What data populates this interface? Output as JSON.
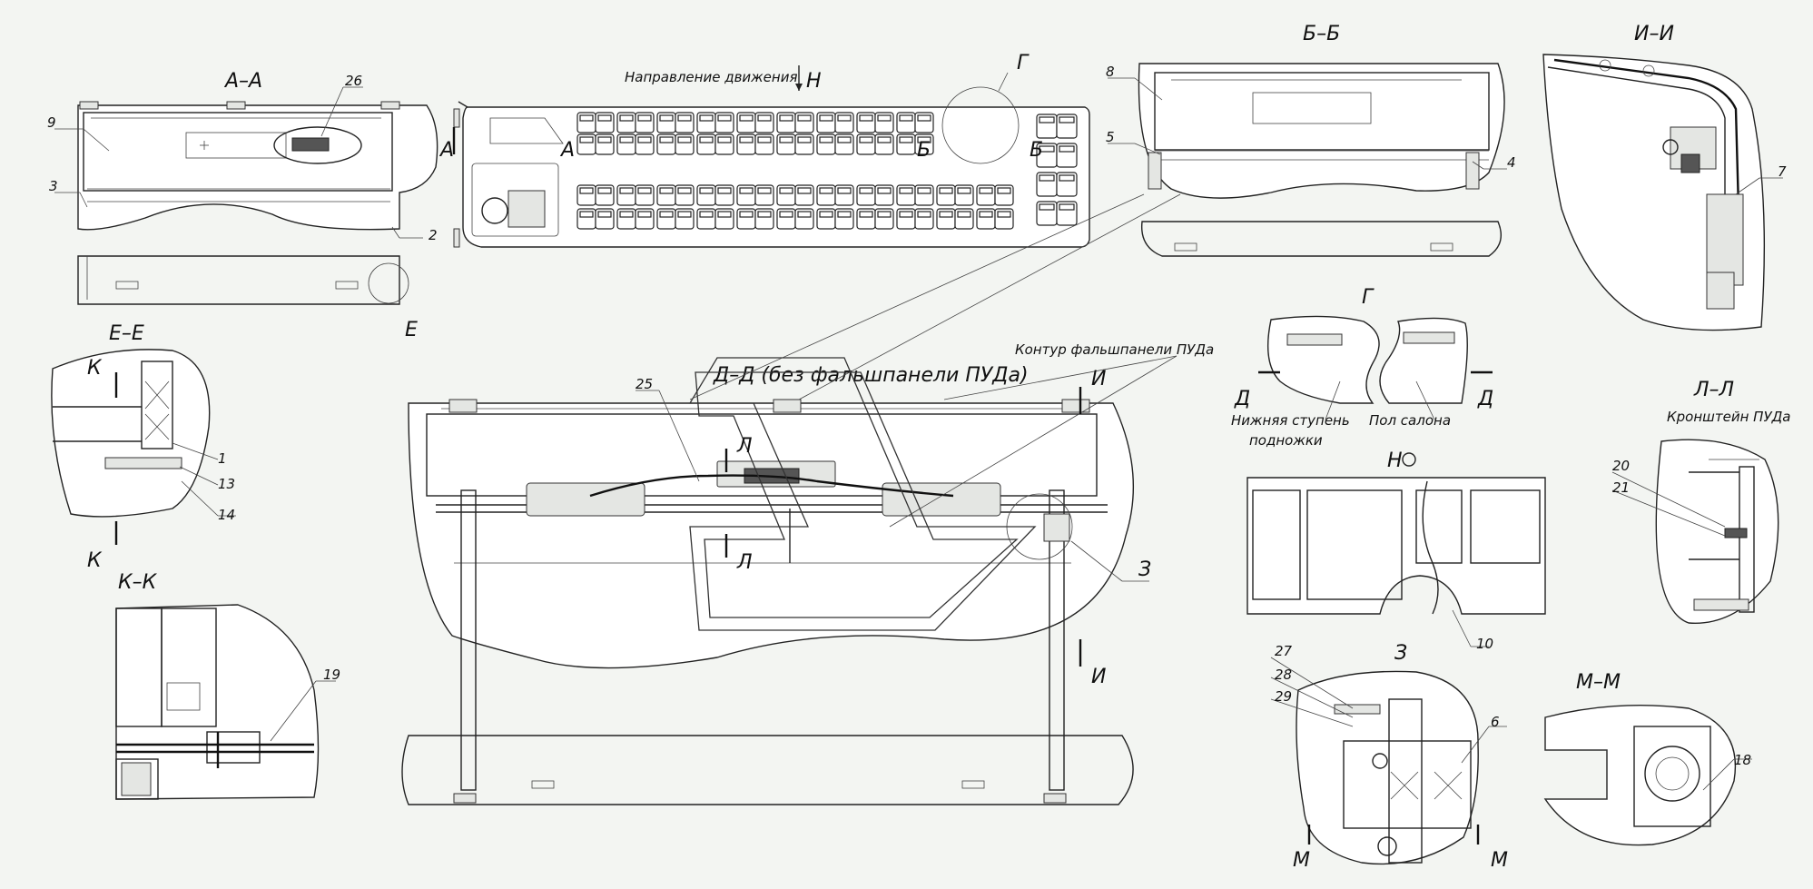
{
  "sections": {
    "aa": "А–А",
    "bb": "Б–Б",
    "ii": "И–И",
    "ee": "Е–Е",
    "kk": "К–К",
    "dd": "Д–Д (без  фальшпанели ПУДа)",
    "gg": "Г",
    "view_n": "Н",
    "z": "З",
    "ll": "Л–Л",
    "mm": "М–М"
  },
  "plan": {
    "direction": "Направление движения",
    "direction_arrow": "Н"
  },
  "labels": {
    "contour": "Контур фальшпанели ПУДа",
    "lower_step_1": "Нижняя ступень",
    "lower_step_2": "подножки",
    "salon_floor": "Пол салона",
    "bracket": "Кронштейн ПУДа"
  },
  "cut_letters": {
    "a1": "А",
    "a2": "А",
    "b1": "Б",
    "b2": "Б",
    "g": "Г",
    "e": "Е",
    "k1": "К",
    "k2": "К",
    "d1": "Д",
    "d2": "Д",
    "i1": "И",
    "i2": "И",
    "l1": "Л",
    "l2": "Л",
    "z": "З",
    "m1": "М",
    "m2": "М"
  },
  "callouts": {
    "n1": "1",
    "n2": "2",
    "n3": "3",
    "n4": "4",
    "n5": "5",
    "n6": "6",
    "n7": "7",
    "n8": "8",
    "n9": "9",
    "n10": "10",
    "n13": "13",
    "n14": "14",
    "n18": "18",
    "n19": "19",
    "n20": "20",
    "n21": "21",
    "n25": "25",
    "n26": "26",
    "n27": "27",
    "n28": "28",
    "n29": "29"
  }
}
